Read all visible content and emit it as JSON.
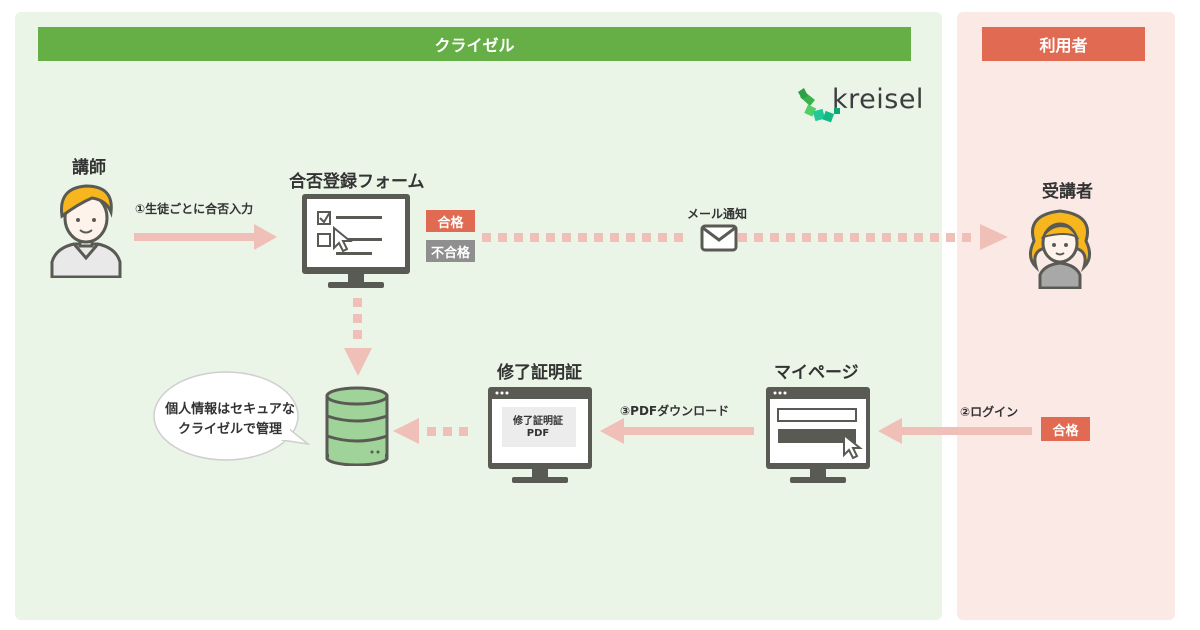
{
  "header": {
    "kreisel": "クライゼル",
    "user": "利用者"
  },
  "logo": {
    "text": "kreisel"
  },
  "actors": {
    "teacher": "講師",
    "student": "受講者"
  },
  "screens": {
    "form": "合否登録フォーム",
    "certificate": "修了証明証",
    "mypage": "マイページ"
  },
  "steps": {
    "step1": "①生徒ごとに合否入力",
    "step2": "②ログイン",
    "step3": "③PDFダウンロード",
    "mail": "メール通知"
  },
  "tags": {
    "pass_form": "合格",
    "fail_form": "不合格",
    "pass_login": "合格"
  },
  "certificate_doc": {
    "line1": "修了証明証",
    "line2": "PDF"
  },
  "bubble": {
    "line1": "個人情報はセキュアな",
    "line2": "クライゼルで管理"
  },
  "colors": {
    "green": "#66ae46",
    "orange": "#e06a52",
    "arrow": "#f0c0b8",
    "monitor": "#5a5a55",
    "gray_tag": "#8f8f8f"
  },
  "icons": {
    "teacher": "teacher-avatar",
    "student": "student-avatar",
    "mail": "envelope-icon",
    "database": "database-icon"
  }
}
